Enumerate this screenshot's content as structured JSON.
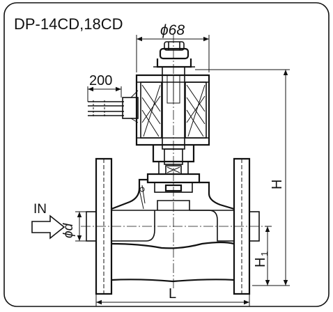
{
  "title": "DP-14CD,18CD",
  "dimensions": {
    "phi68": "ϕ68",
    "wire_length": "200",
    "inlet_diameter": "ϕd",
    "height_total": "H",
    "height_centerline": "H",
    "height_centerline_subscript": "1",
    "length": "L"
  },
  "flow": {
    "inlet_label": "IN"
  }
}
